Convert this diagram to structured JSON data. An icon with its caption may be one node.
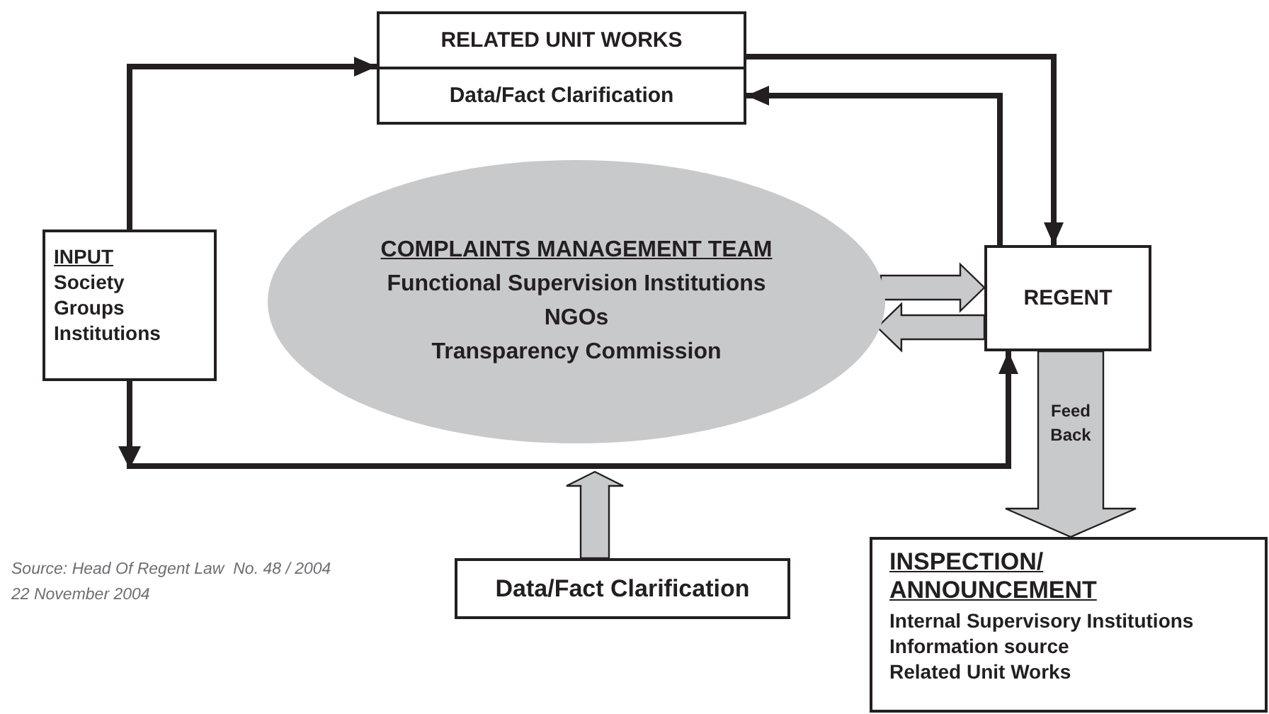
{
  "diagram": {
    "nodes": [
      {
        "text": [
          "RELATED UNIT WORKS"
        ]
      },
      {
        "text": [
          "Data/Fact Clarification"
        ]
      },
      {
        "text": [
          "INPUT",
          "Society",
          "Groups",
          "Institutions"
        ]
      },
      {
        "text": [
          "COMPLAINTS MANAGEMENT TEAM",
          "Functional Supervision Institutions",
          "NGOs",
          "Transparency Commission"
        ]
      },
      {
        "text": [
          "REGENT"
        ]
      },
      {
        "text": [
          "Data/Fact Clarification"
        ]
      },
      {
        "text": [
          "INSPECTION/ ANNOUNCEMENT",
          "Internal Supervisory Institutions",
          "Information source",
          "Related Unit Works"
        ]
      }
    ],
    "edges": [
      {
        "from": 2,
        "to": 0,
        "arrow": "to"
      },
      {
        "from": 0,
        "to": 4,
        "arrow": "to"
      },
      {
        "from": 4,
        "to": 1,
        "arrow": "to"
      },
      {
        "from": 2,
        "to": 4,
        "arrow": "to"
      },
      {
        "from": 3,
        "to": 4,
        "arrow": "to",
        "style": "thick",
        "color": "#c8c9cb"
      },
      {
        "from": 4,
        "to": 3,
        "arrow": "to",
        "style": "thick",
        "color": "#c8c9cb"
      },
      {
        "from": 4,
        "to": 6,
        "arrow": "to",
        "label": "Feed Back",
        "style": "thick",
        "color": "#c8c9cb"
      },
      {
        "from": 5,
        "to": null,
        "arrow": "to",
        "style": "thick",
        "color": "#c8c9cb"
      }
    ],
    "labels": [
      "Source: Head Of Regent Law  No. 48 / 2004",
      "22 November 2004"
    ]
  }
}
